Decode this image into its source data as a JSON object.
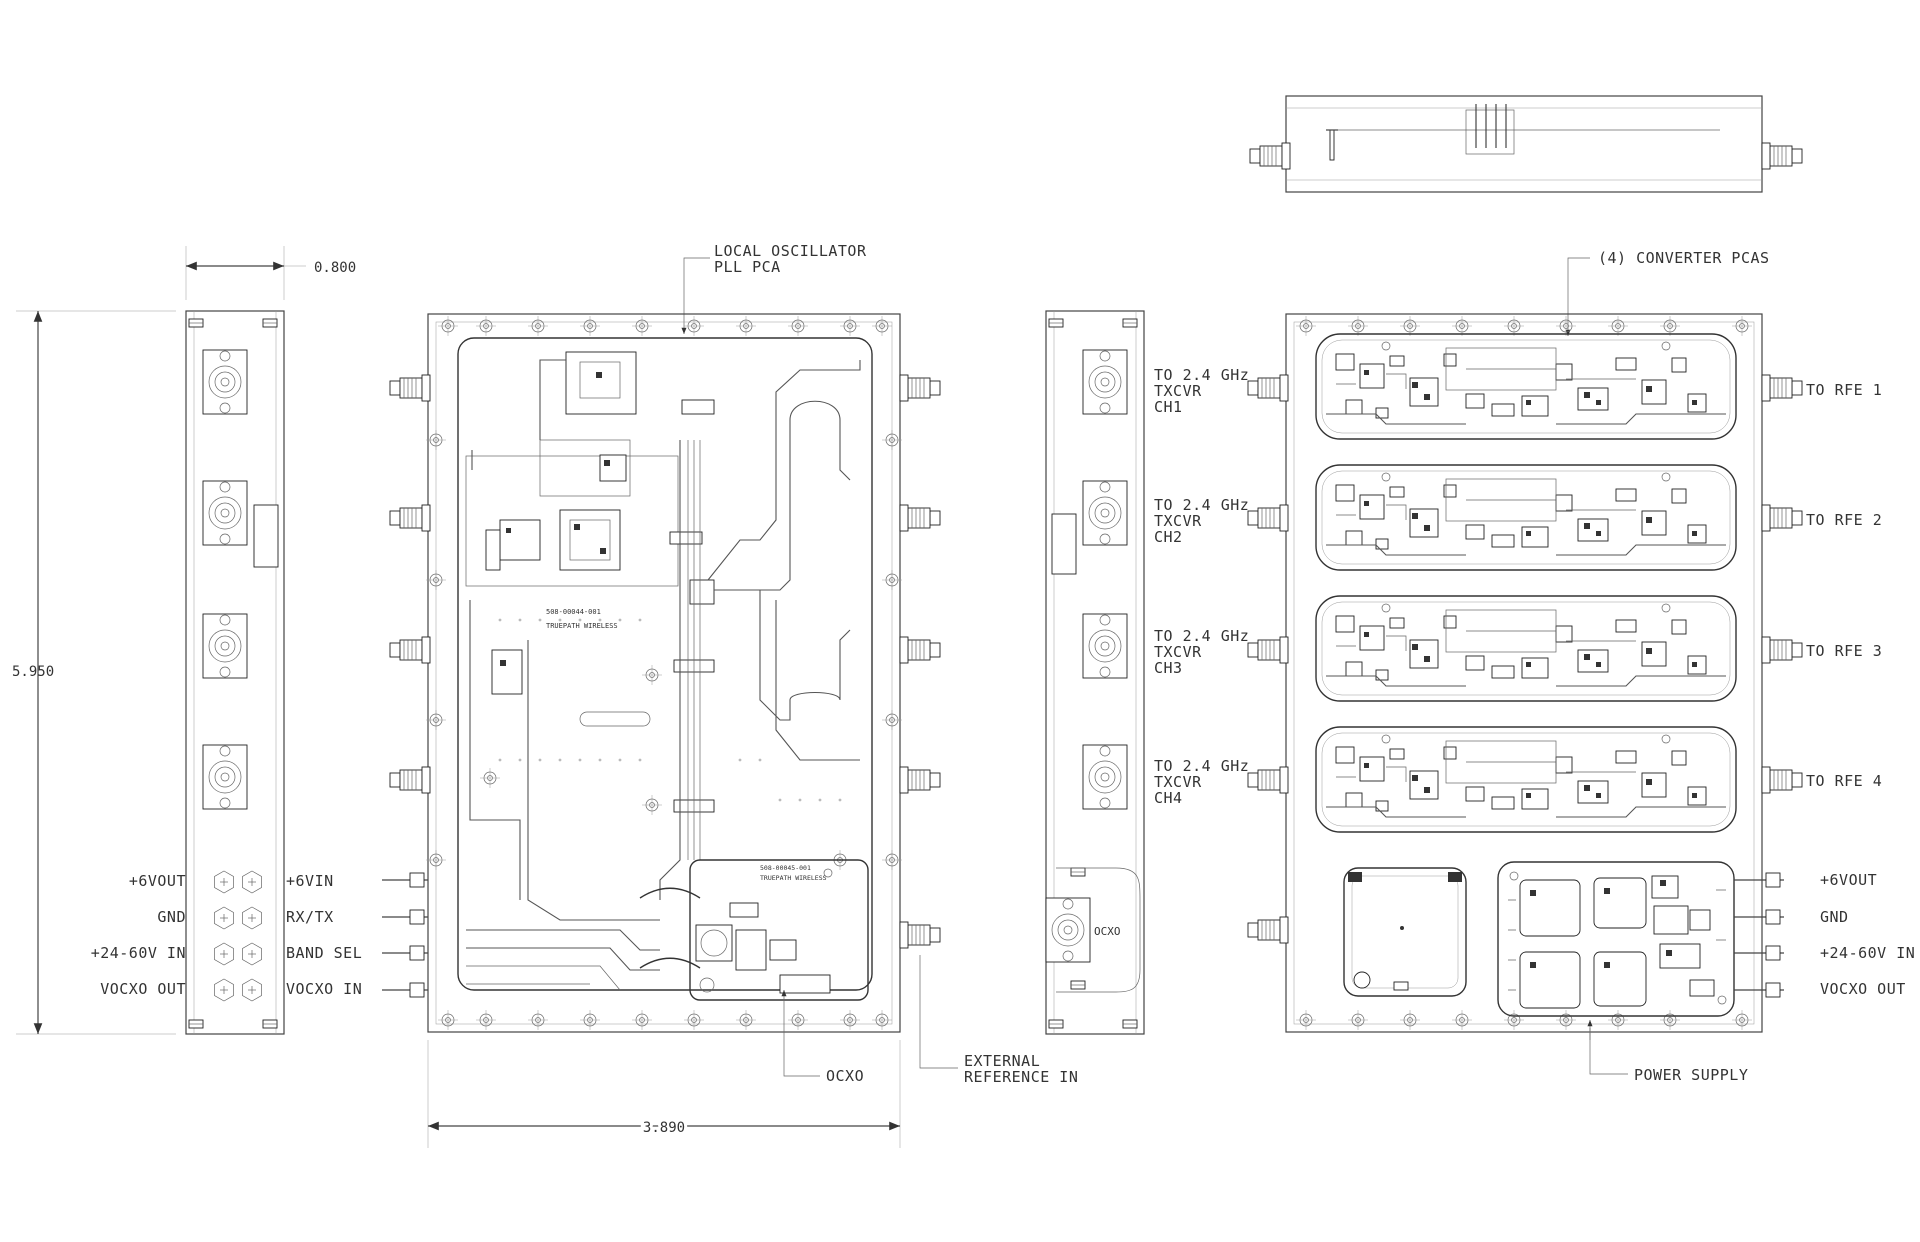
{
  "left_view": {
    "width_dim": "0.800",
    "height_dim": "5.950",
    "connector_labels_left": [
      "+6VOUT",
      "GND",
      "+24-60V IN",
      "VOCXO OUT"
    ],
    "connector_labels_right": [
      "+6VIN",
      "RX/TX",
      "BAND SEL",
      "VOCXO IN"
    ]
  },
  "lo_view": {
    "callout_line1": "LOCAL OSCILLATOR",
    "callout_line2": "PLL PCA",
    "board_silk_1": "508-00044-001",
    "board_silk_2": "TRUEPATH WIRELESS",
    "sub_silk_1": "508-00045-001",
    "sub_silk_2": "TRUEPATH WIRELESS",
    "ocxo_callout": "OCXO",
    "ext_ref_line1": "EXTERNAL",
    "ext_ref_line2": "REFERENCE IN",
    "width_dim": "3.890"
  },
  "mid_view": {
    "labels": [
      {
        "line1": "TO 2.4 GHz",
        "line2": "TXCVR",
        "line3": "CH1"
      },
      {
        "line1": "TO 2.4 GHz",
        "line2": "TXCVR",
        "line3": "CH2"
      },
      {
        "line1": "TO 2.4 GHz",
        "line2": "TXCVR",
        "line3": "CH3"
      },
      {
        "line1": "TO 2.4 GHz",
        "line2": "TXCVR",
        "line3": "CH4"
      }
    ],
    "ocxo_label": "OCXO"
  },
  "right_view": {
    "converter_callout": "(4) CONVERTER PCAS",
    "rfe_labels": [
      "TO RFE 1",
      "TO RFE 2",
      "TO RFE 3",
      "TO RFE 4"
    ],
    "power_labels": [
      "+6VOUT",
      "GND",
      "+24-60V IN",
      "VOCXO OUT"
    ],
    "power_supply_callout": "POWER SUPPLY"
  }
}
